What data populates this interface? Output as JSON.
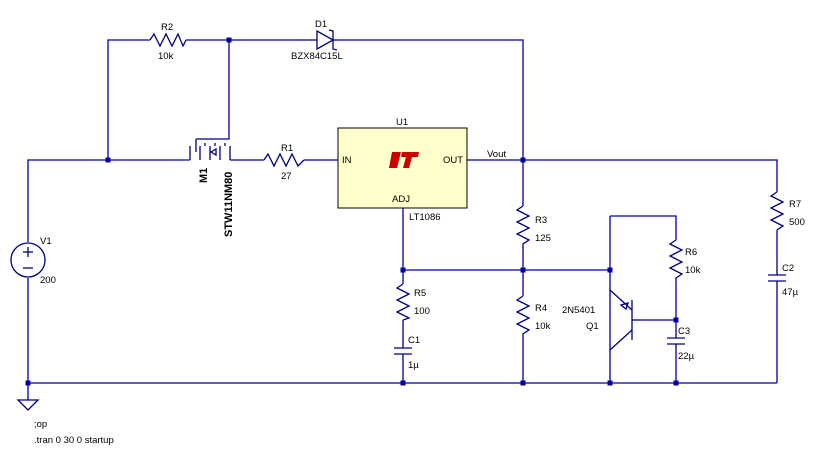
{
  "schematic": {
    "components": {
      "v1": {
        "ref": "V1",
        "value": "200"
      },
      "r1": {
        "ref": "R1",
        "value": "27"
      },
      "r2": {
        "ref": "R2",
        "value": "10k"
      },
      "r3": {
        "ref": "R3",
        "value": "125"
      },
      "r4": {
        "ref": "R4",
        "value": "10k"
      },
      "r5": {
        "ref": "R5",
        "value": "100"
      },
      "r6": {
        "ref": "R6",
        "value": "10k"
      },
      "r7": {
        "ref": "R7",
        "value": "500"
      },
      "c1": {
        "ref": "C1",
        "value": "1µ"
      },
      "c2": {
        "ref": "C2",
        "value": "47µ"
      },
      "c3": {
        "ref": "C3",
        "value": "22µ"
      },
      "d1": {
        "ref": "D1",
        "value": "BZX84C15L"
      },
      "m1": {
        "ref": "M1",
        "value": "STW11NM80"
      },
      "q1": {
        "ref": "Q1",
        "value": "2N5401"
      },
      "u1": {
        "ref": "U1",
        "value": "LT1086",
        "pin_in": "IN",
        "pin_out": "OUT",
        "pin_adj": "ADJ"
      }
    },
    "net_labels": {
      "vout": "Vout"
    },
    "directives": {
      "op": ";op",
      "tran": ".tran 0 30 0 startup"
    }
  },
  "colors": {
    "wire": "#0000a0",
    "component": "#000080",
    "ic_fill": "#ffffcc",
    "logo": "#cc0000"
  }
}
